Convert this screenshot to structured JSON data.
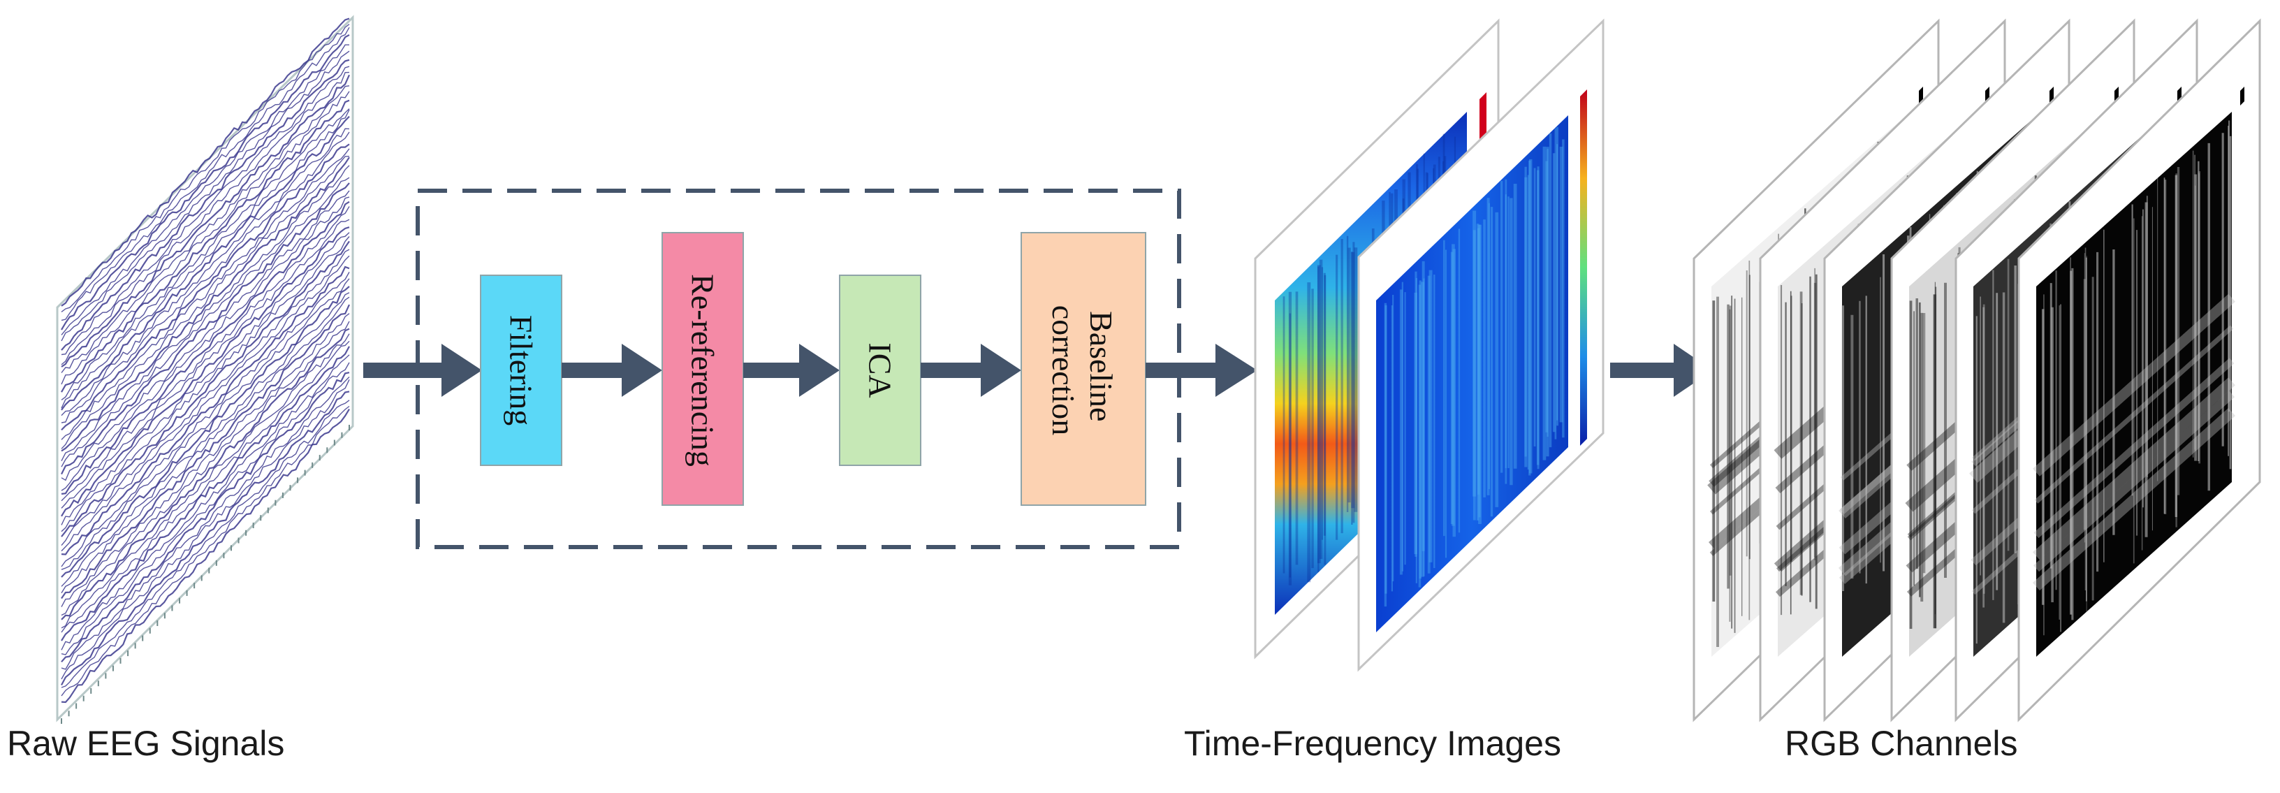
{
  "captions": {
    "raw": "Raw EEG Signals",
    "tf": "Time-Frequency Images",
    "rgb": "RGB Channels"
  },
  "steps": [
    {
      "label": "Filtering",
      "color": "#5bd8f7"
    },
    {
      "label": "Re-referencing",
      "color": "#f48aa6"
    },
    {
      "label": "ICA",
      "color": "#c6e8b6"
    },
    {
      "label": "Baseline correction",
      "color": "#fcd2b2"
    }
  ],
  "colors": {
    "arrow": "#44546a",
    "dashed_border": "#44546a",
    "eeg_trace": "#3c3a8e"
  }
}
